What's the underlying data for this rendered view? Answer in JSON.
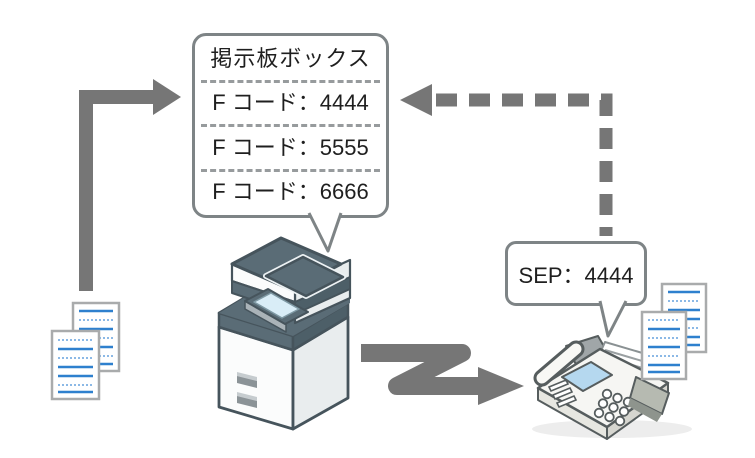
{
  "bulletin_bubble": {
    "title": "掲示板ボックス",
    "entries": [
      "F コード：4444",
      "F コード：5555",
      "F コード：6666"
    ]
  },
  "sep_bubble": {
    "label": "SEP：4444"
  },
  "colors": {
    "arrow_gray": "#767676",
    "bubble_border": "#7e8486",
    "machine_slate": "#5a6c76",
    "machine_outline": "#46545c",
    "copier_screen_blue": "#d9edf7",
    "fax_screen_blue": "#b5d8ef",
    "document_line_blue": "#2e80ce",
    "document_border": "#a9abac",
    "text": "#1f1f1f"
  }
}
